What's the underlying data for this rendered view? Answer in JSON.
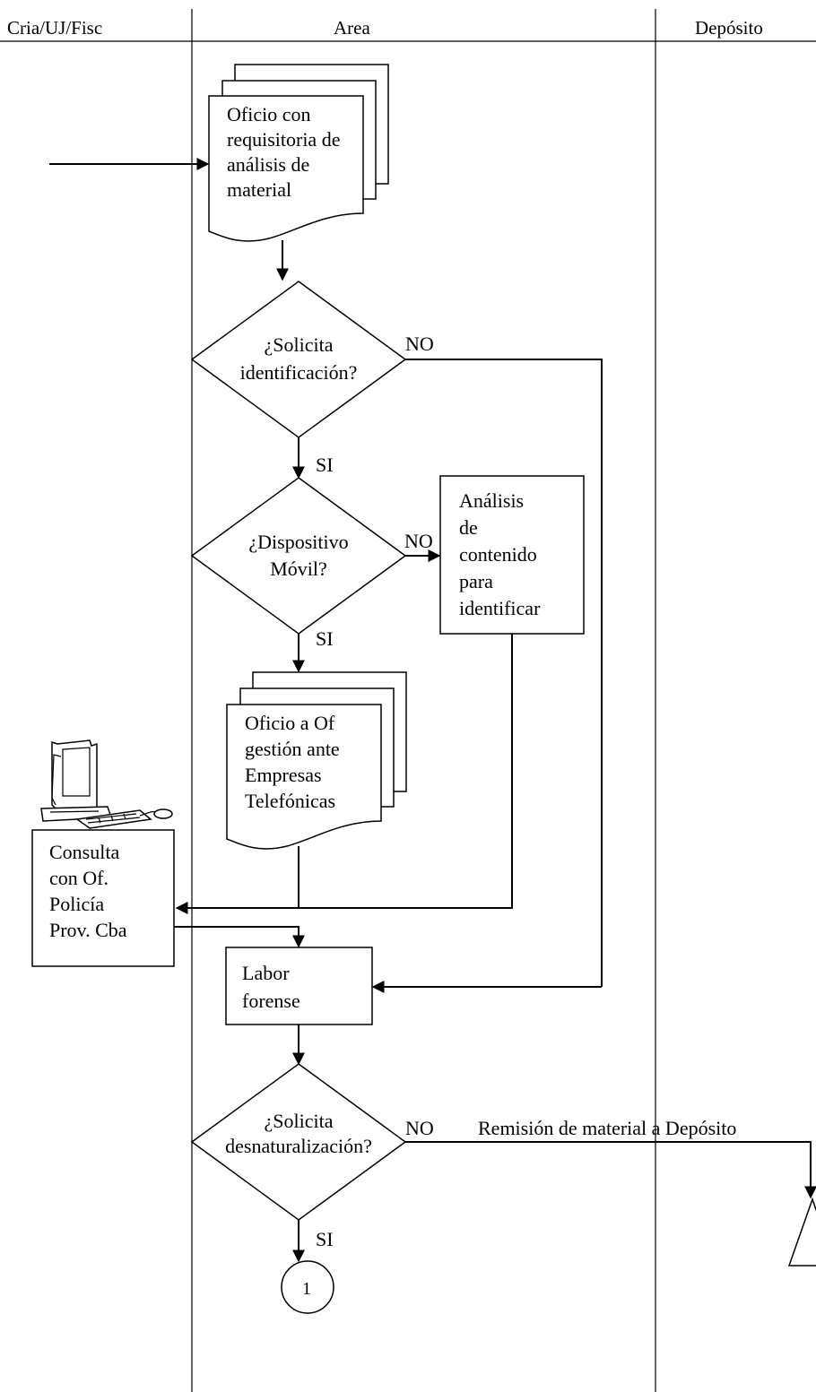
{
  "lanes": {
    "lane1": "Cria/UJ/Fisc",
    "lane2": "Area",
    "lane3": "Depósito"
  },
  "nodes": {
    "oficio_requisitoria": [
      "Oficio con",
      "requisitoria de",
      "análisis de",
      "material"
    ],
    "decision_identificacion": [
      "¿Solicita",
      "identificación?"
    ],
    "decision_movil": [
      "¿Dispositivo",
      "Móvil?"
    ],
    "analisis_contenido": [
      "Análisis",
      "de",
      "contenido",
      "para",
      "identificar"
    ],
    "oficio_empresas": [
      "Oficio a Of",
      "gestión ante",
      "Empresas",
      "Telefónicas"
    ],
    "consulta_policia": [
      "Consulta",
      "con Of.",
      "Policía",
      "Prov. Cba"
    ],
    "labor_forense": [
      "Labor",
      "forense"
    ],
    "decision_desnaturalizacion": [
      "¿Solicita",
      "desnaturalización?"
    ],
    "connector_1": "1"
  },
  "edge_labels": {
    "no_1": "NO",
    "si_1": "SI",
    "no_2": "NO",
    "si_2": "SI",
    "no_3": "NO",
    "si_3": "SI",
    "remision": "Remisión de material a Depósito"
  },
  "icons": {
    "computer": "computer-icon"
  }
}
